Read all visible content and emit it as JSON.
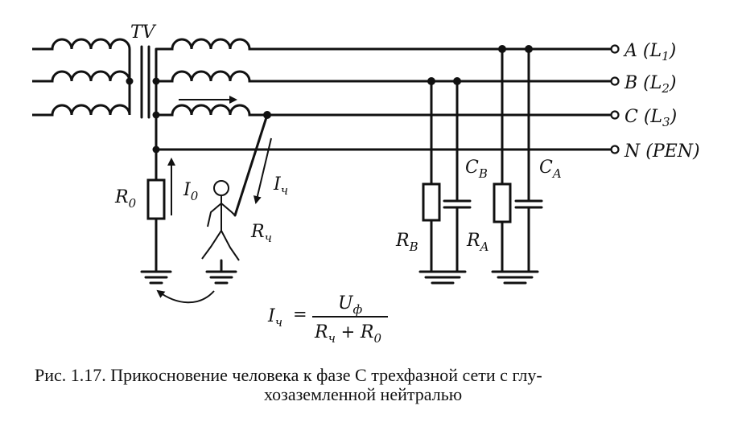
{
  "transformer": {
    "label": "TV"
  },
  "lines": [
    {
      "name": "A",
      "suffix": " (L",
      "index": "1",
      "close": ")"
    },
    {
      "name": "B",
      "suffix": " (L",
      "index": "2",
      "close": ")"
    },
    {
      "name": "C",
      "suffix": " (L",
      "index": "3",
      "close": ")"
    },
    {
      "name": "N",
      "suffix": " (PEN)",
      "index": "",
      "close": ""
    }
  ],
  "labels": {
    "r0": {
      "main": "R",
      "sub": "0"
    },
    "i0": {
      "main": "I",
      "sub": "0"
    },
    "ich": {
      "main": "I",
      "sub": "ч"
    },
    "rch": {
      "main": "R",
      "sub": "ч"
    },
    "rb": {
      "main": "R",
      "sub": "B"
    },
    "cb": {
      "main": "C",
      "sub": "B"
    },
    "ra": {
      "main": "R",
      "sub": "A"
    },
    "ca": {
      "main": "C",
      "sub": "A"
    }
  },
  "formula": {
    "lhs_main": "I",
    "lhs_sub": "ч",
    "equals": "=",
    "numerator_main": "U",
    "numerator_sub": "ф",
    "den_r1": "R",
    "den_r1_sub": "ч",
    "den_plus": "+",
    "den_r2": "R",
    "den_r2_sub": "0"
  },
  "caption": {
    "line1": "Рис. 1.17. Прикосновение человека к фазе C трехфазной сети с глу-",
    "line2": "хозаземленной нейтралью"
  }
}
